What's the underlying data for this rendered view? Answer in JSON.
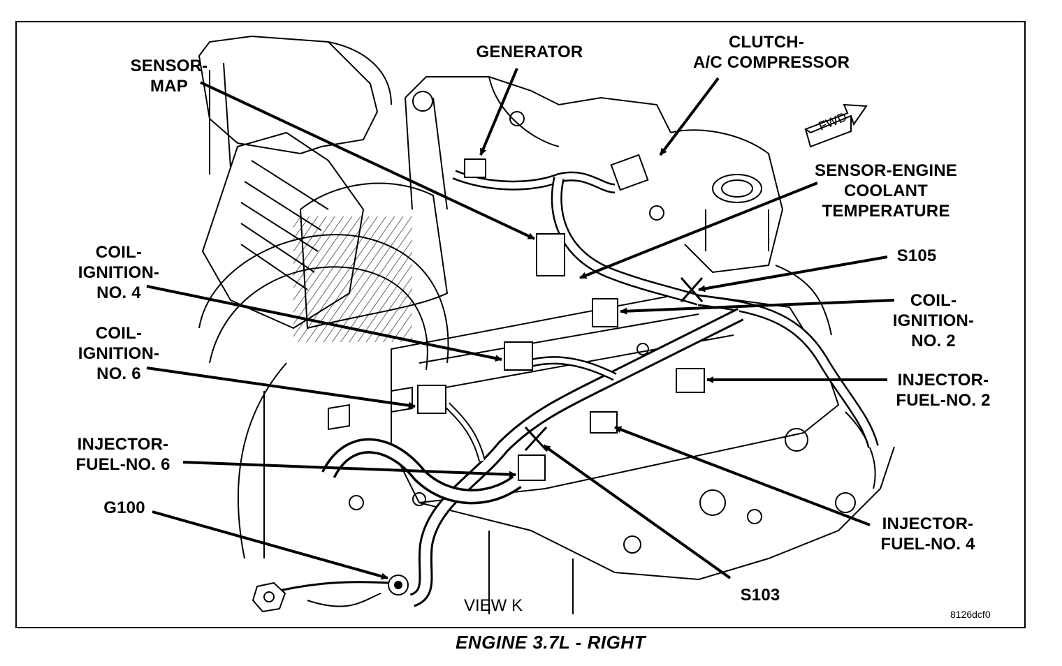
{
  "diagram": {
    "caption": "ENGINE 3.7L - RIGHT",
    "view_label": "VIEW K",
    "figure_code": "8126dcf0",
    "direction_tag": "FWD",
    "labels": {
      "sensor_map": "SENSOR-\nMAP",
      "generator": "GENERATOR",
      "clutch_ac": "CLUTCH-\nA/C COMPRESSOR",
      "sensor_ect": "SENSOR-ENGINE\nCOOLANT\nTEMPERATURE",
      "s105": "S105",
      "coil_no4": "COIL-\nIGNITION-\nNO. 4",
      "coil_no2": "COIL-\nIGNITION-\nNO. 2",
      "coil_no6": "COIL-\nIGNITION-\nNO. 6",
      "injector_no2": "INJECTOR-\nFUEL-NO. 2",
      "injector_no6": "INJECTOR-\nFUEL-NO. 6",
      "injector_no4": "INJECTOR-\nFUEL-NO. 4",
      "g100": "G100",
      "s103": "S103"
    },
    "colors": {
      "ink": "#000000",
      "paper": "#ffffff"
    }
  }
}
